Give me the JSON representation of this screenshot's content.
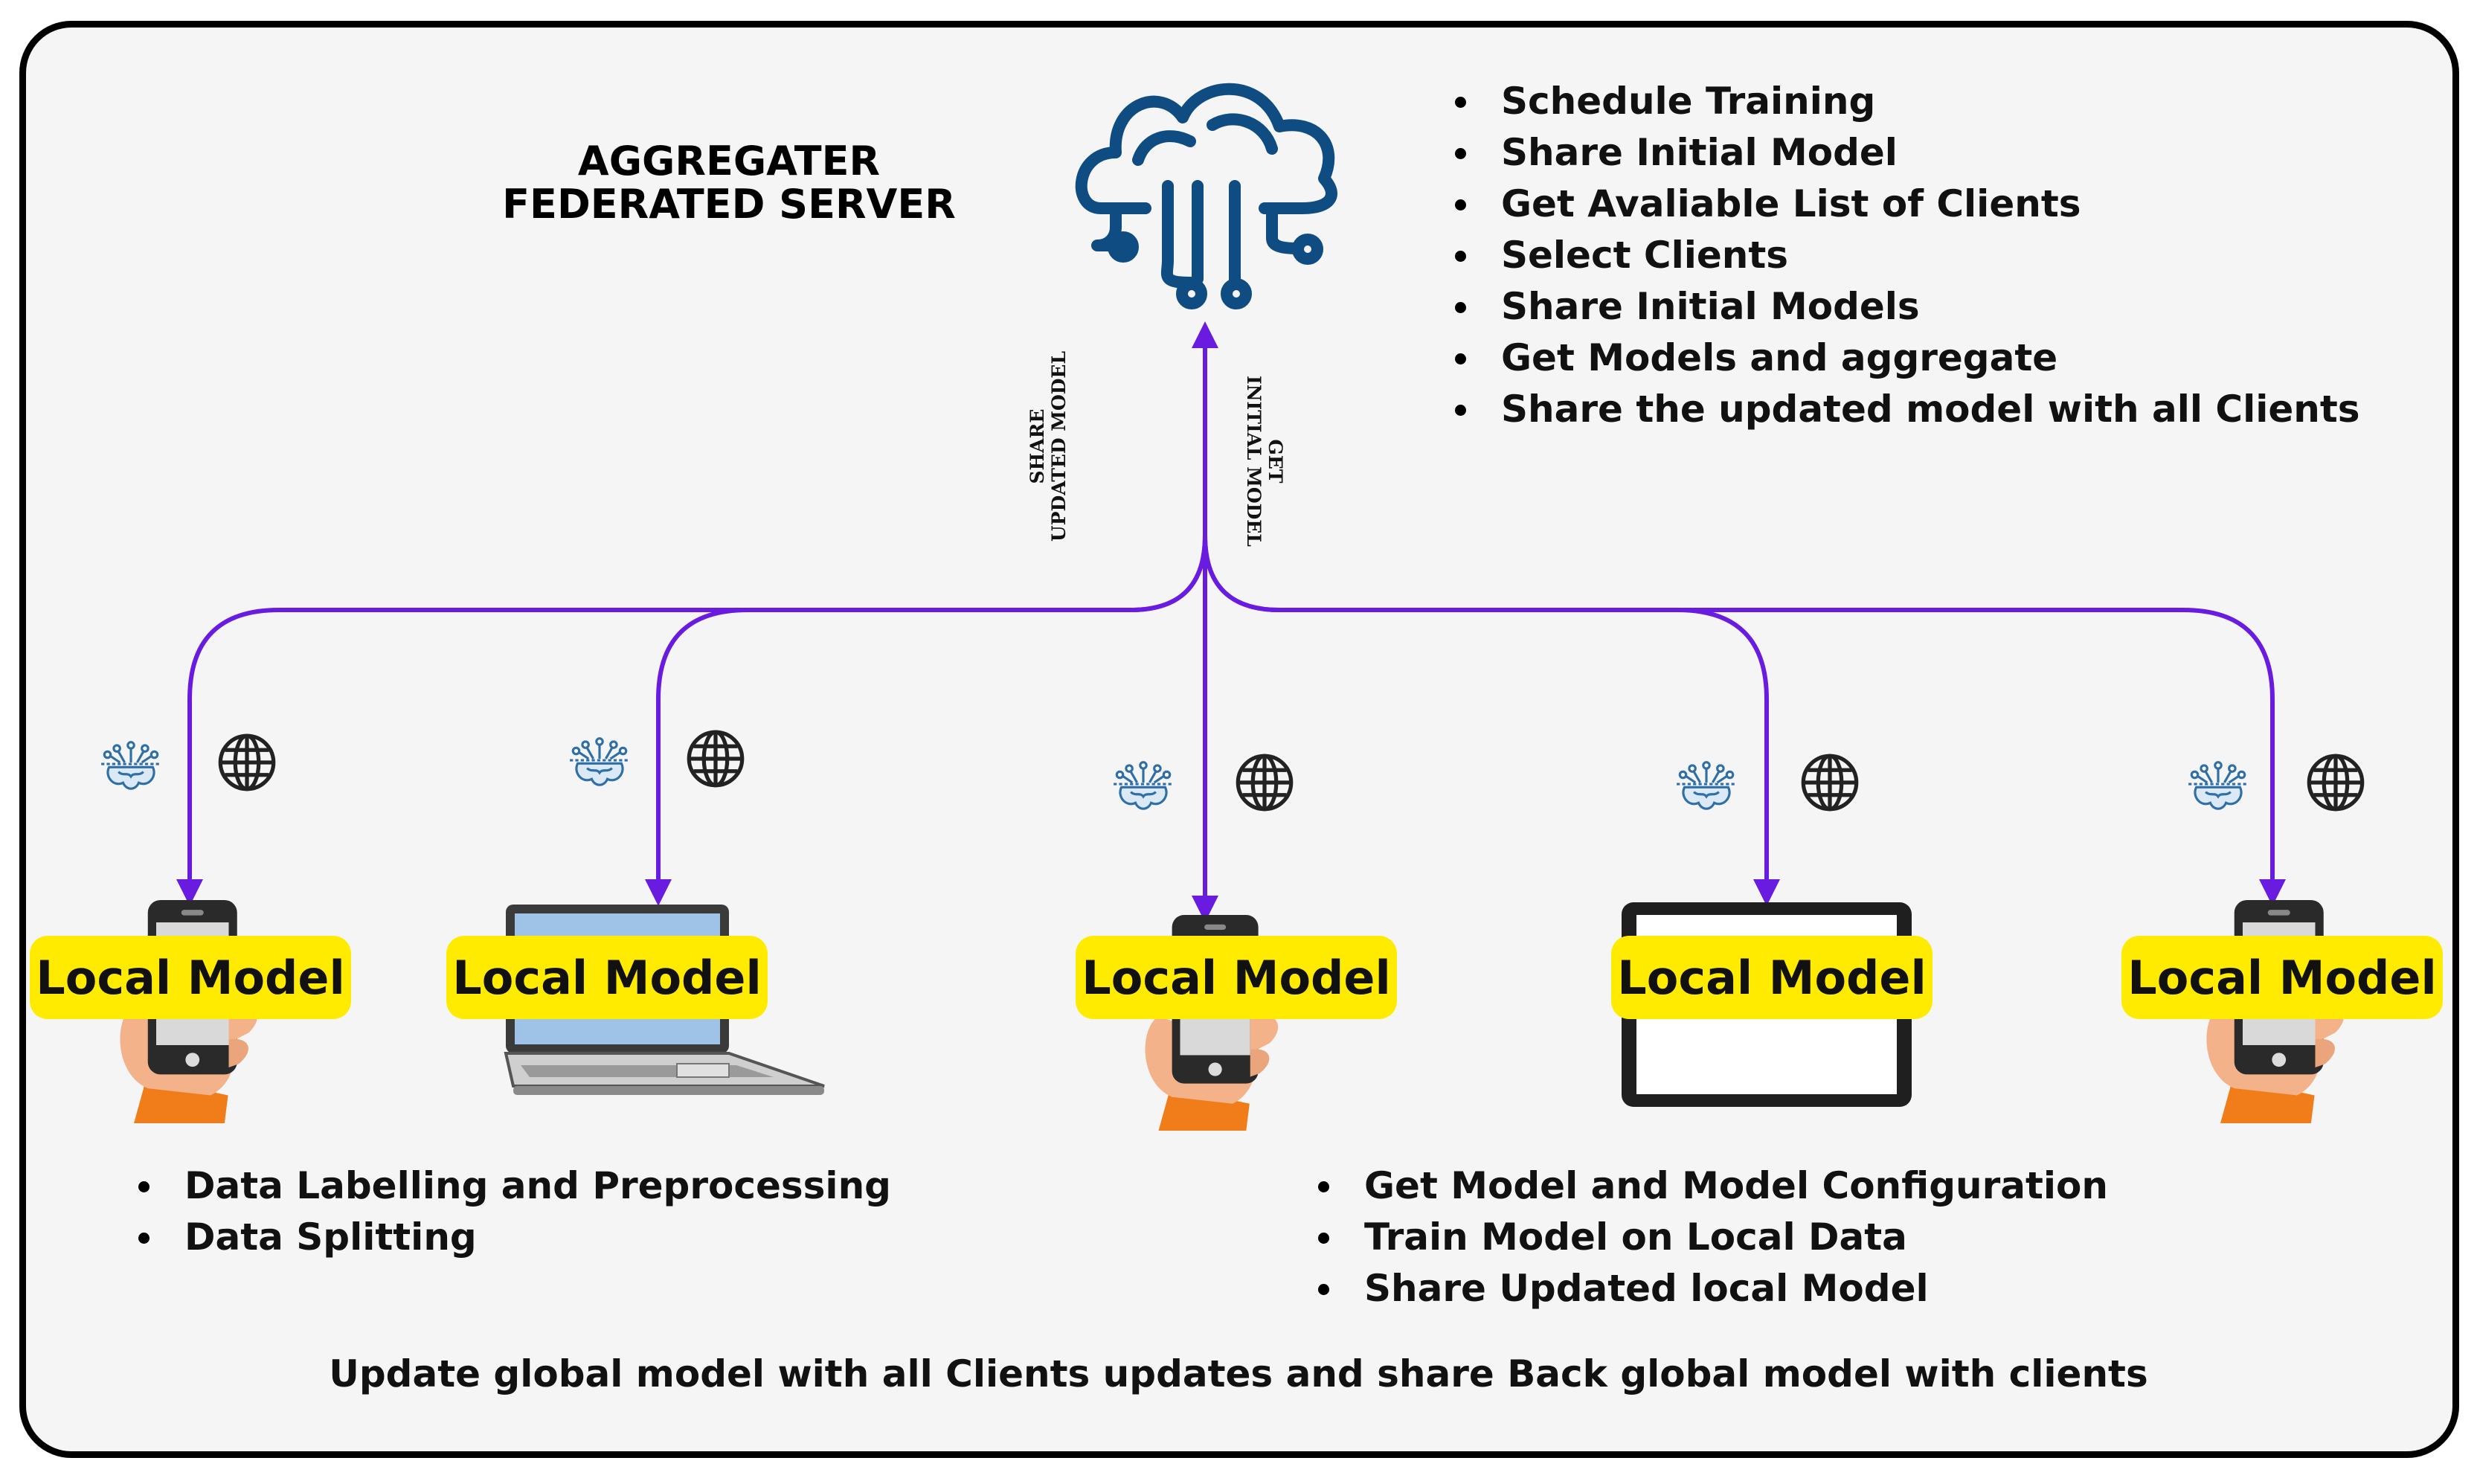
{
  "server": {
    "title_line1": "AGGREGATER",
    "title_line2": "FEDERATED SERVER",
    "icon": "cloud-network-icon",
    "tasks": [
      "Schedule Training",
      "Share Initial Model",
      "Get Avaliable List of Clients",
      "Select Clients",
      "Share Initial Models",
      "Get Models and aggregate",
      "Share the updated model with all Clients"
    ]
  },
  "arrows": {
    "up_label_line1": "SHARE",
    "up_label_line2": "UPDATED MODEL",
    "down_label_line1": "GET",
    "down_label_line2": "INITIAL MODEL"
  },
  "clients": [
    {
      "label": "Local Model",
      "device": "phone-in-hand-icon"
    },
    {
      "label": "Local Model",
      "device": "laptop-icon"
    },
    {
      "label": "Local Model",
      "device": "phone-in-hand-icon"
    },
    {
      "label": "Local Model",
      "device": "tablet-icon"
    },
    {
      "label": "Local Model",
      "device": "phone-in-hand-icon"
    }
  ],
  "client_icons": [
    "ai-brain-icon",
    "globe-icon"
  ],
  "prep_tasks": [
    "Data Labelling and Preprocessing",
    "Data Splitting"
  ],
  "client_tasks": [
    "Get Model and Model Configuration",
    "Train Model on Local Data",
    "Share Updated local Model"
  ],
  "footer": "Update global model with all Clients updates and share Back global model with clients",
  "colors": {
    "arrow": "#6a1be0",
    "cloud": "#0f4c81",
    "brain": "#2e6fa8",
    "label_bg": "#ffeb00",
    "frame_bg": "#f5f5f5",
    "hand": "#f4b28a",
    "sleeve": "#f07d1a"
  }
}
